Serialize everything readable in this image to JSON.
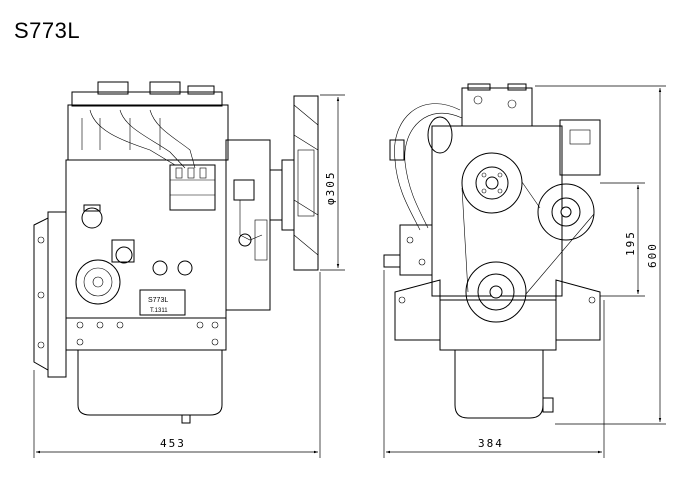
{
  "title": "S773L",
  "dimensions": {
    "fan_diameter": "φ305",
    "height_pulley": "195",
    "height_total": "600",
    "width_side": "453",
    "width_front": "384"
  },
  "labels": {
    "plate_model": "S773L",
    "plate_sub": "T.1311"
  }
}
